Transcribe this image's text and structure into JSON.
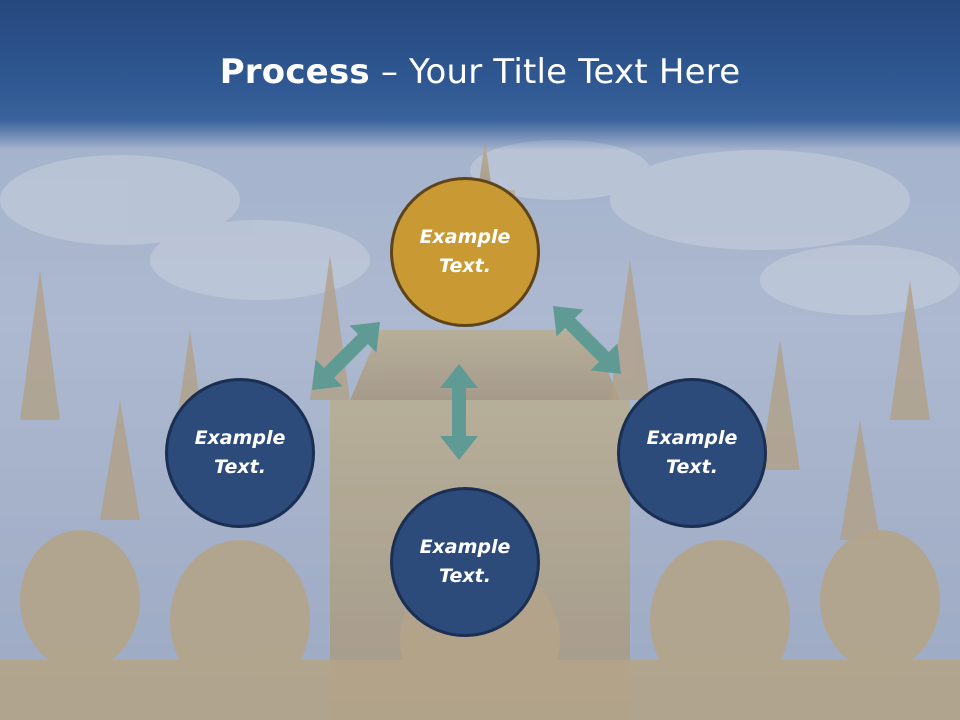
{
  "slide": {
    "title_bold": "Process",
    "title_rest": " – Your Title Text Here"
  },
  "circles": {
    "top": "Example\nText.",
    "left": "Example\nText.",
    "right": "Example\nText.",
    "bottom": "Example\nText."
  },
  "colors": {
    "title_band": "#2f5892",
    "circle_blue": "#2c4a7a",
    "circle_gold": "#c99a33",
    "arrow": "#5f9a94"
  }
}
